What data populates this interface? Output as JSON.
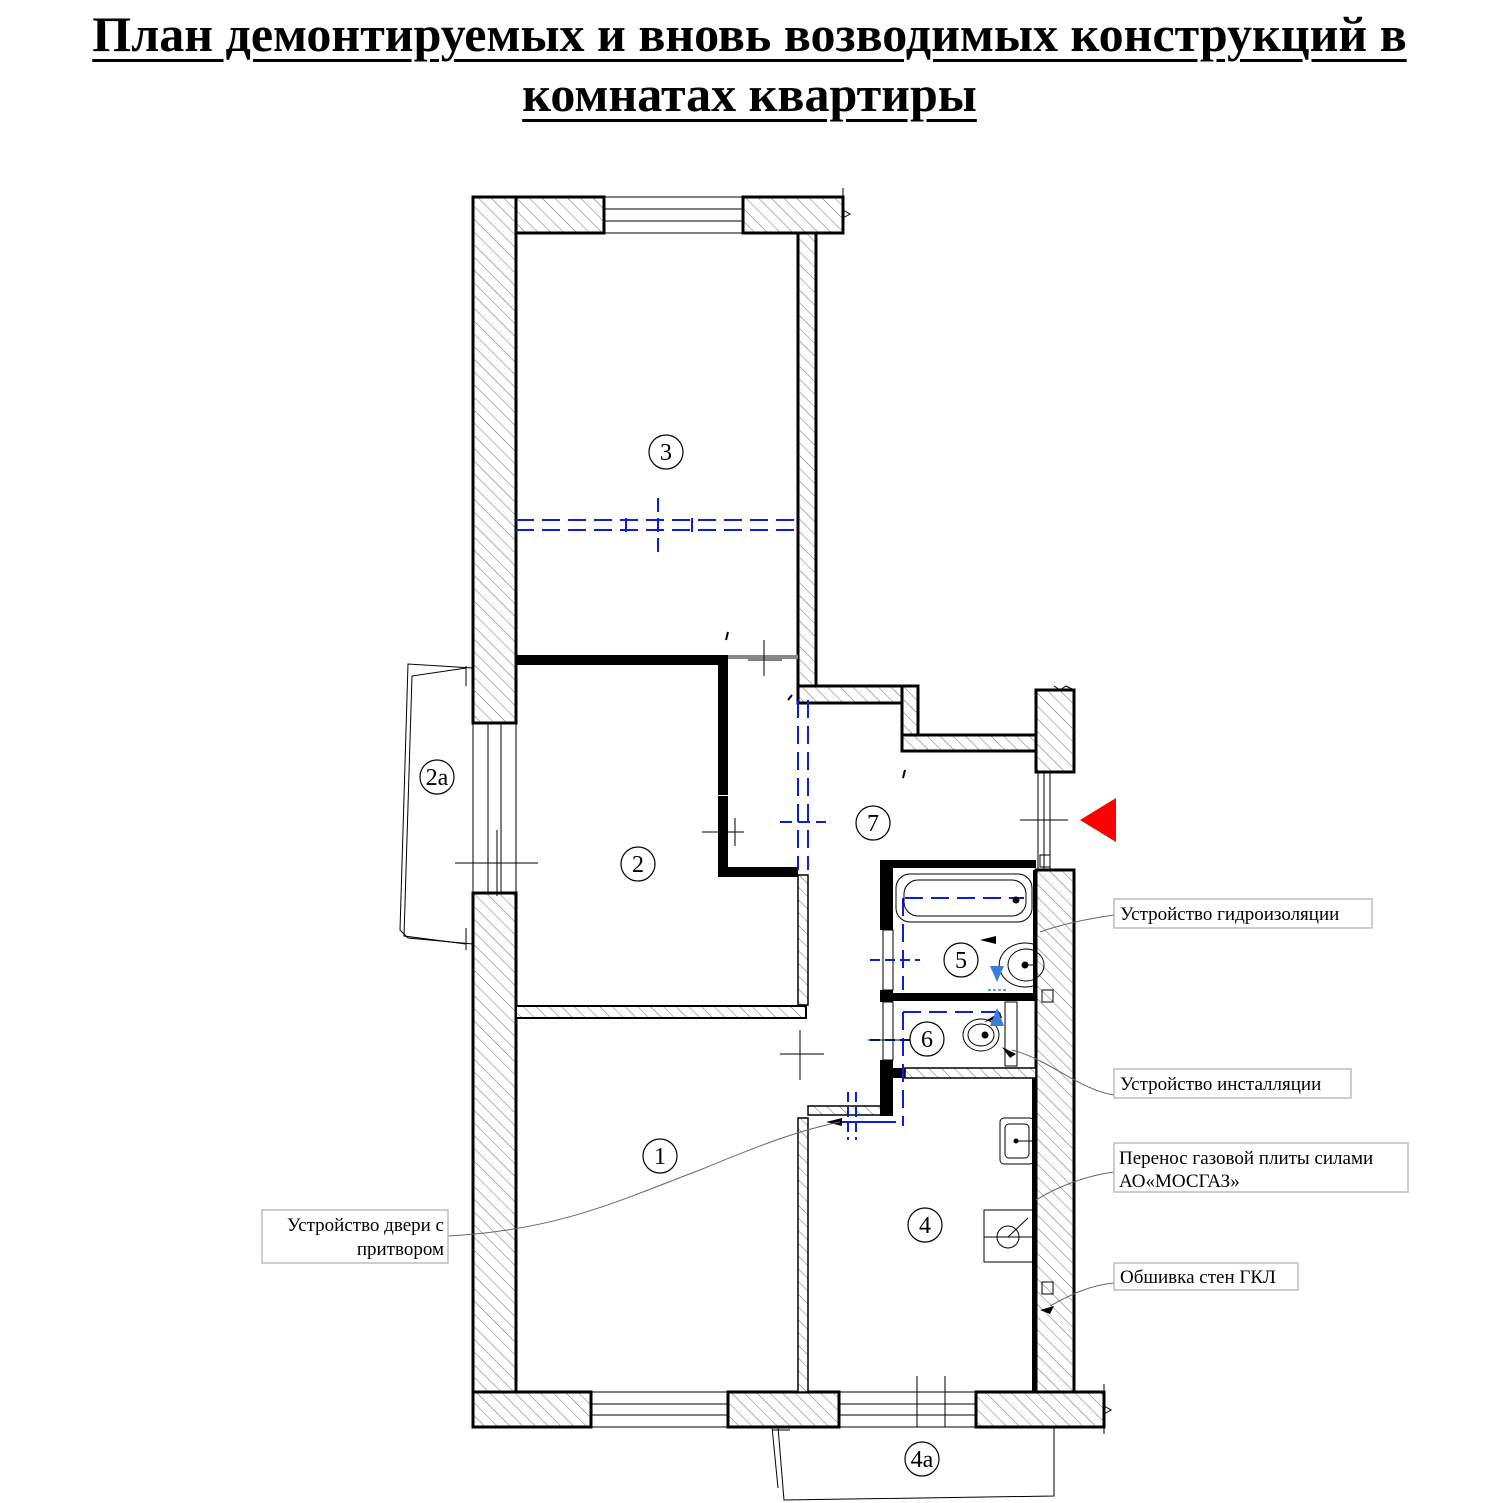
{
  "title": {
    "line1": "План демонтируемых и вновь возводимых конструкций в",
    "line2": "комнатах квартиры"
  },
  "rooms": {
    "r1": "1",
    "r2": "2",
    "r2a": "2а",
    "r3": "3",
    "r4": "4",
    "r4a": "4а",
    "r5": "5",
    "r6": "6",
    "r7": "7"
  },
  "notes": {
    "waterproofing": "Устройство гидроизоляции",
    "installation": "Устройство инсталляции",
    "gas_line1": "Перенос газовой плиты силами",
    "gas_line2": "АО«МОСГАЗ»",
    "gkl": "Обшивка стен ГКЛ",
    "door_line1": "Устройство двери с",
    "door_line2": "притвором"
  },
  "colors": {
    "demolition_lines": "#0a1fd6",
    "new_walls": "#000000",
    "entrance_marker": "#ff0000",
    "plumbing_marker": "#3a7fd5"
  },
  "icons": {
    "entrance": "red-triangle-icon",
    "plumbing_down": "blue-arrow-down-icon",
    "plumbing_up": "blue-arrow-up-icon"
  }
}
